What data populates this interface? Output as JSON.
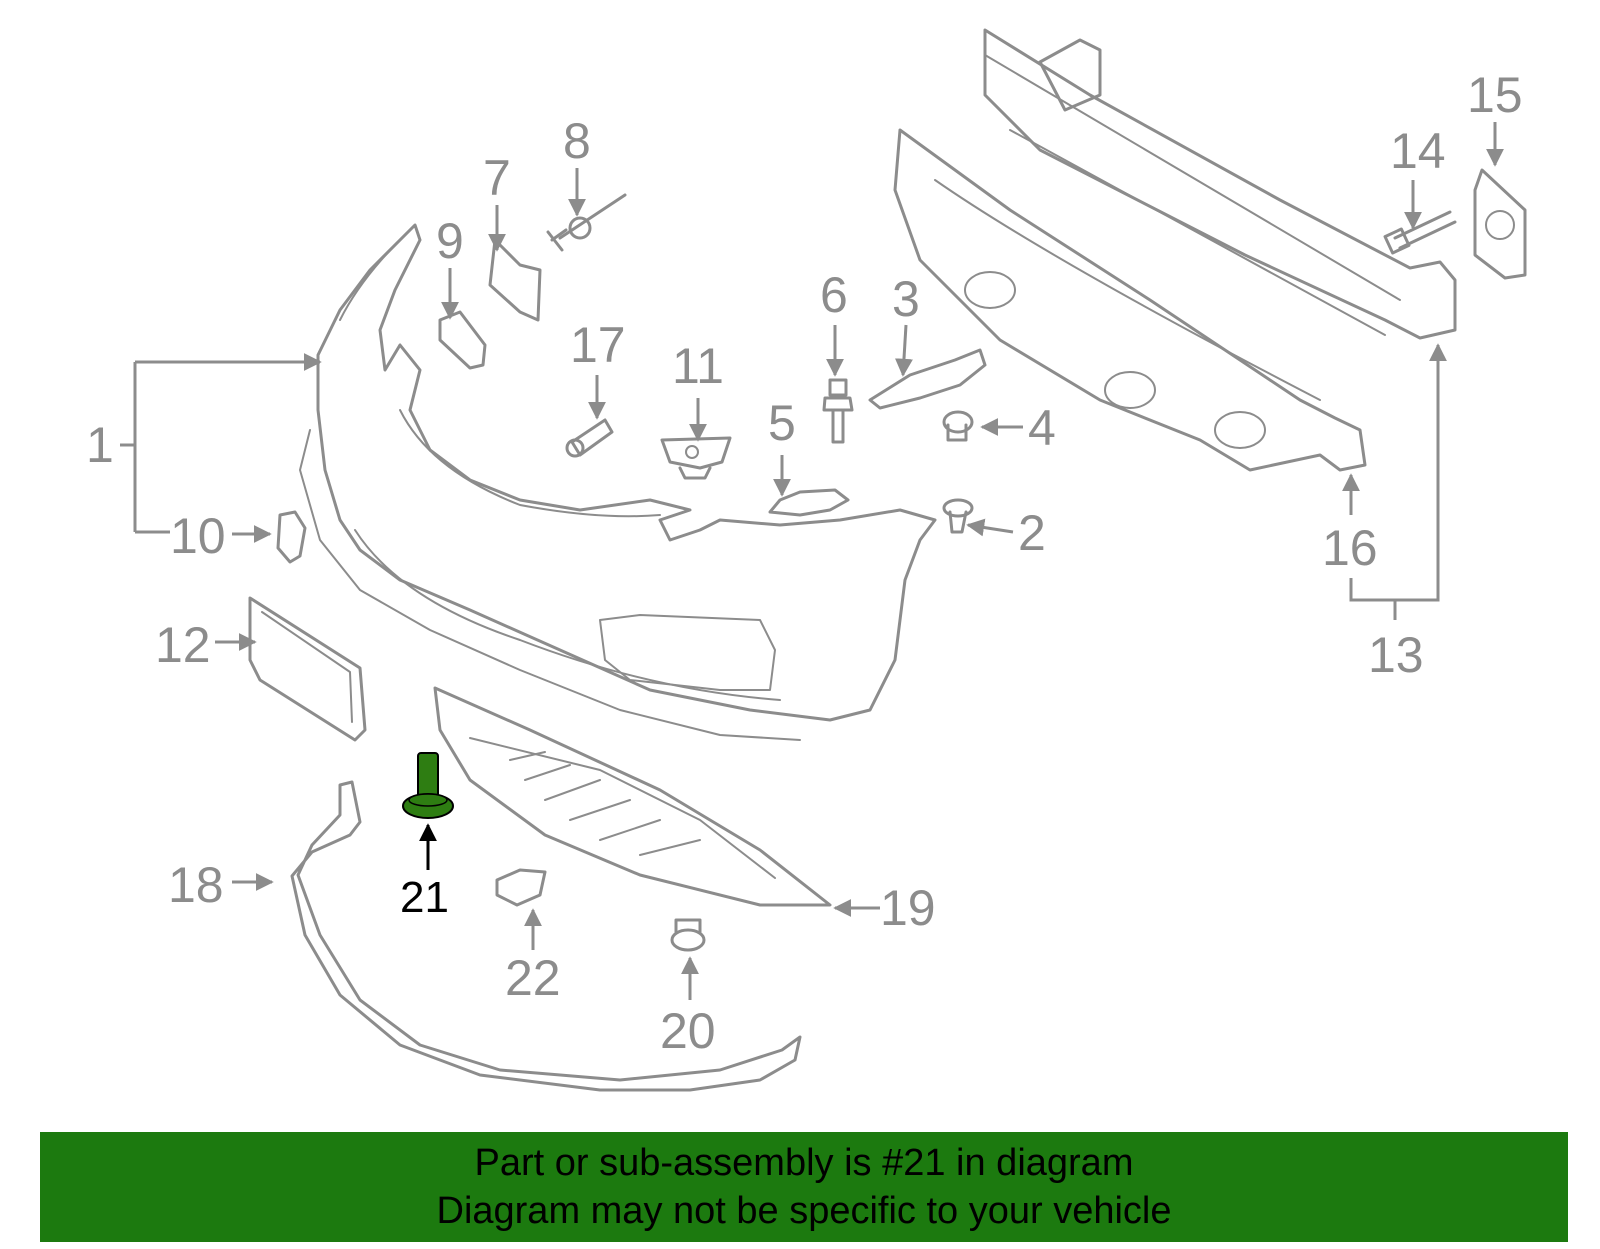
{
  "diagram": {
    "highlight_color": "#2e7d12",
    "line_color": "#8c8c8c",
    "callouts": [
      {
        "id": "1",
        "label": "1"
      },
      {
        "id": "2",
        "label": "2"
      },
      {
        "id": "3",
        "label": "3"
      },
      {
        "id": "4",
        "label": "4"
      },
      {
        "id": "5",
        "label": "5"
      },
      {
        "id": "6",
        "label": "6"
      },
      {
        "id": "7",
        "label": "7"
      },
      {
        "id": "8",
        "label": "8"
      },
      {
        "id": "9",
        "label": "9"
      },
      {
        "id": "10",
        "label": "10"
      },
      {
        "id": "11",
        "label": "11"
      },
      {
        "id": "12",
        "label": "12"
      },
      {
        "id": "13",
        "label": "13"
      },
      {
        "id": "14",
        "label": "14"
      },
      {
        "id": "15",
        "label": "15"
      },
      {
        "id": "16",
        "label": "16"
      },
      {
        "id": "17",
        "label": "17"
      },
      {
        "id": "18",
        "label": "18"
      },
      {
        "id": "19",
        "label": "19"
      },
      {
        "id": "20",
        "label": "20"
      },
      {
        "id": "21",
        "label": "21"
      },
      {
        "id": "22",
        "label": "22"
      }
    ]
  },
  "banner": {
    "color": "#1c7a0f",
    "line1": "Part or sub-assembly is #21 in diagram",
    "line2": "Diagram may not be specific to your vehicle"
  }
}
